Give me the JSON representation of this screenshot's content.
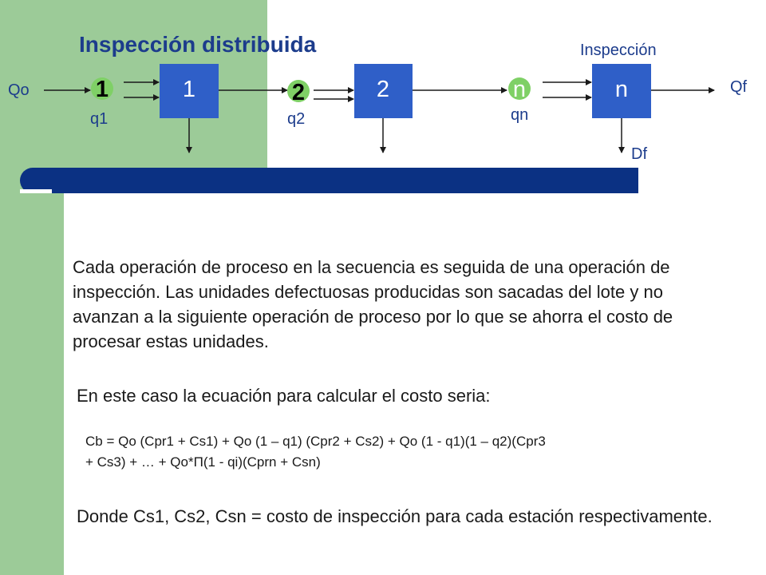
{
  "slide": {
    "title": "Inspección distribuida",
    "colors": {
      "title": "#1c3c8c",
      "band": "#0b3183",
      "side": "#9ccb98",
      "box": "#2f5fc8",
      "circle": "#7fd066"
    }
  },
  "diagram": {
    "input_label": "Qo",
    "output_label": "Qf",
    "inspection_label": "Inspección",
    "defects_label": "Df",
    "stations": [
      {
        "box_label": "1",
        "inspection_label": "1",
        "q_label": "q1"
      },
      {
        "box_label": "2",
        "inspection_label": "2",
        "q_label": "q2"
      },
      {
        "box_label": "n",
        "inspection_label": "n",
        "q_label": "qn"
      }
    ]
  },
  "body": {
    "paragraph": "Cada operación de proceso en la secuencia es seguida de una operación de inspección. Las unidades defectuosas producidas son sacadas del lote y no avanzan a la siguiente operación de proceso por lo que se ahorra el costo de procesar estas unidades.",
    "subtitle": "En este caso la ecuación para calcular el costo seria:",
    "formula_line1": "Cb = Qo (Cpr1 + Cs1) + Qo (1 – q1) (Cpr2 + Cs2) + Qo (1 - q1)(1 – q2)(Cpr3",
    "formula_line2": "+ Cs3) + … + Qo*Π(1 - qi)(Cprn + Csn)",
    "note": "Donde Cs1, Cs2, Csn = costo de inspección para cada estación respectivamente."
  }
}
